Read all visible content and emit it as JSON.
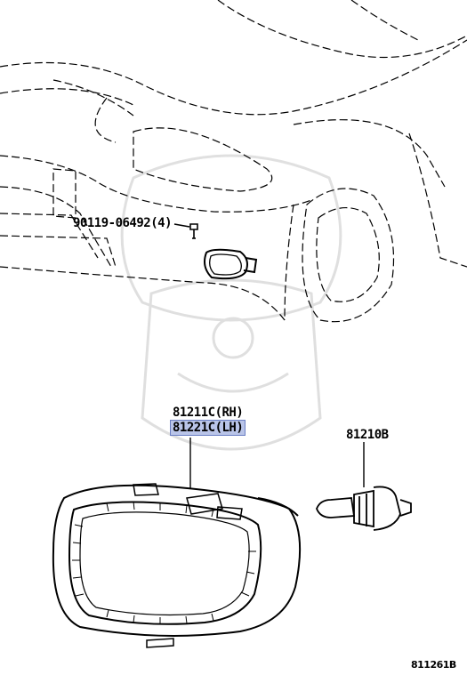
{
  "callouts": {
    "bolt": "90119-06492(4)",
    "lamp_rh": "81211C(RH)",
    "lamp_lh": "81221C(LH)",
    "bulb": "81210B"
  },
  "figure_code": "811261B",
  "highlight_color": "#b9c4e8"
}
